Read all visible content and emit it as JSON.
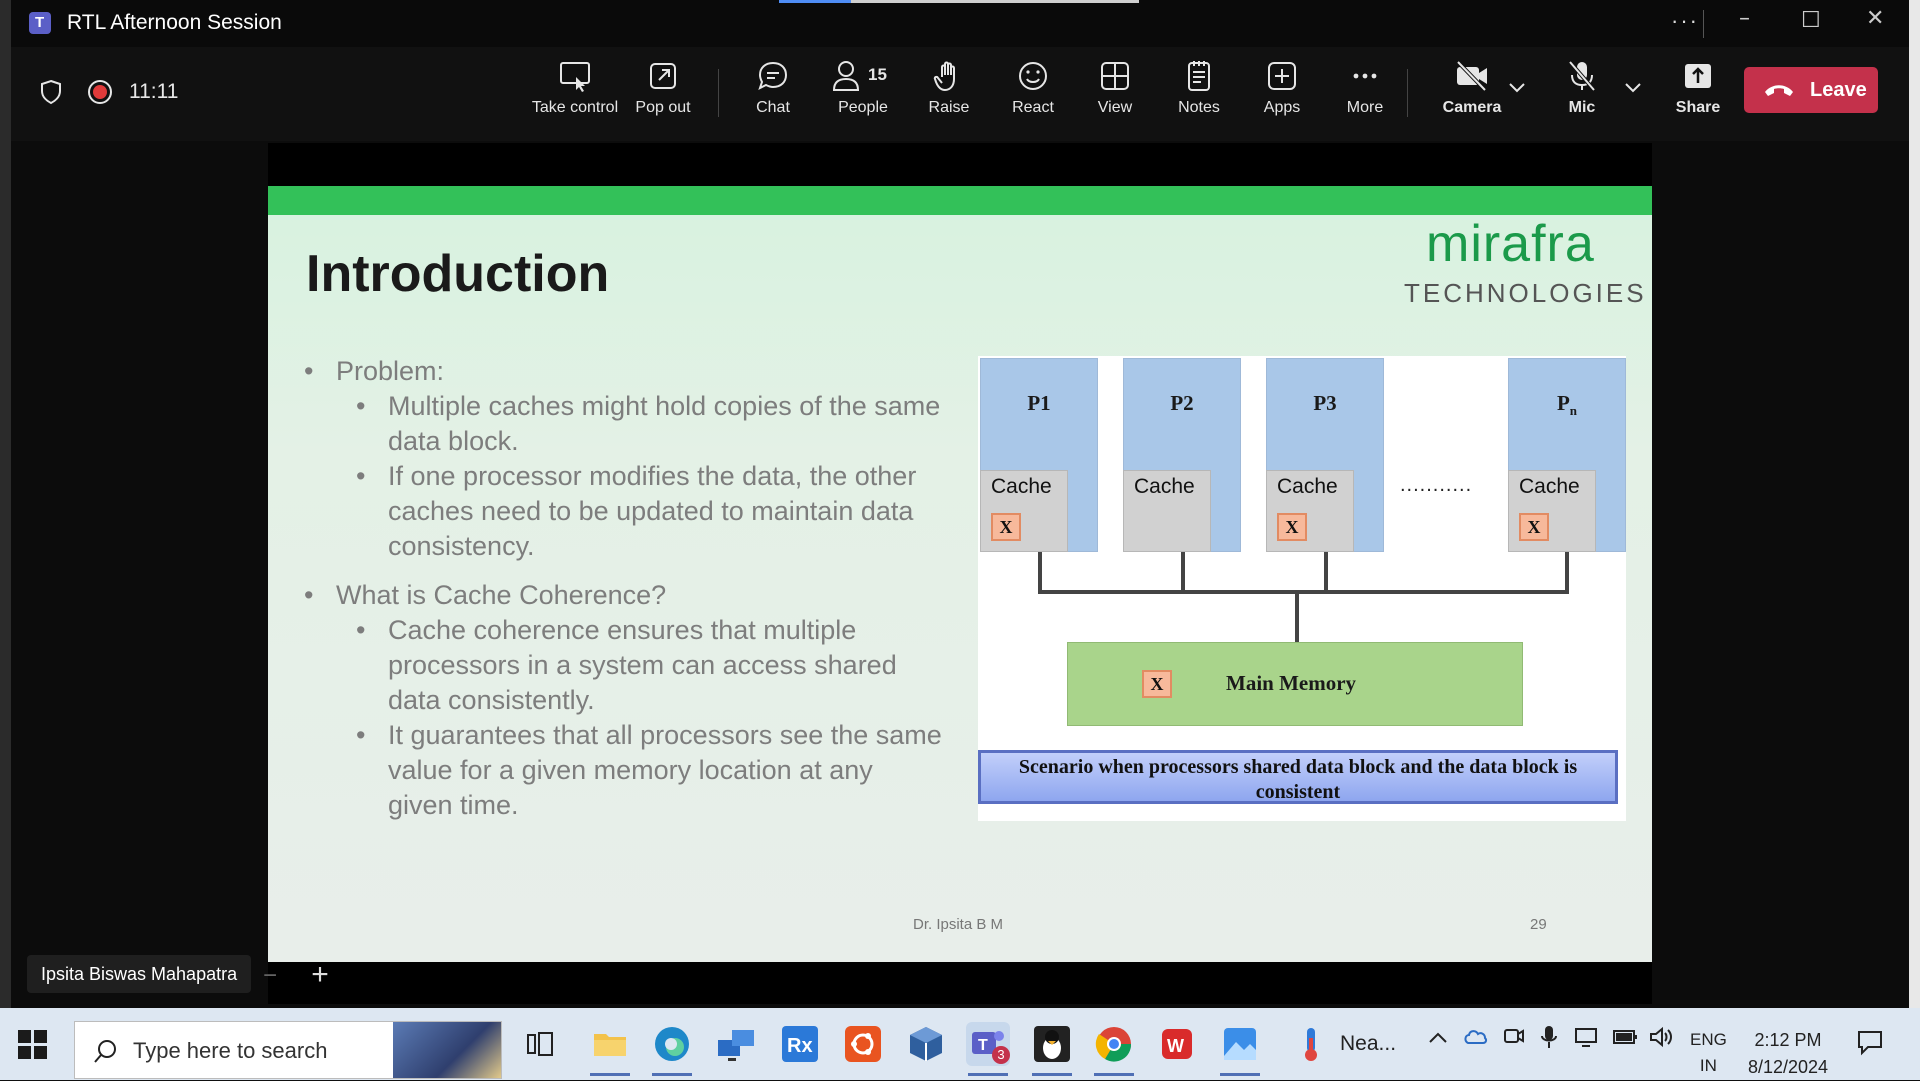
{
  "window": {
    "title": "RTL Afternoon Session"
  },
  "meeting": {
    "elapsed": "11:11"
  },
  "toolbar": {
    "take_control": "Take control",
    "pop_out": "Pop out",
    "chat": "Chat",
    "people": "People",
    "people_count": "15",
    "raise": "Raise",
    "react": "React",
    "view": "View",
    "notes": "Notes",
    "apps": "Apps",
    "more": "More",
    "camera": "Camera",
    "mic": "Mic",
    "share": "Share",
    "leave": "Leave",
    "leave_color": "#c4314b"
  },
  "slide": {
    "title": "Introduction",
    "brand_name": "mirafra",
    "brand_sub": "TECHNOLOGIES",
    "bullets": {
      "problem": "Problem:",
      "problem_1": "Multiple caches might hold copies of the same data block.",
      "problem_2": "If one processor modifies the data, the other caches need to be updated to maintain data consistency.",
      "what": "What is Cache Coherence?",
      "what_1": "Cache coherence ensures that multiple processors in a system can access shared data consistently.",
      "what_2": "It guarantees that all processors see the same value for a given memory location at any given time."
    },
    "diagram": {
      "p1": "P1",
      "p2": "P2",
      "p3": "P3",
      "pn": "P",
      "pn_sub": "n",
      "cache": "Cache",
      "x": "X",
      "ellipsis": "...........",
      "main_memory": "Main Memory",
      "caption": "Scenario when processors shared data block and the data block is consistent"
    },
    "author": "Dr. Ipsita B M",
    "page": "29"
  },
  "participant": {
    "name": "Ipsita Biswas Mahapatra"
  },
  "zoom": {
    "minus": "−",
    "plus": "+"
  },
  "taskbar": {
    "search_placeholder": "Type here to search",
    "weather": "Nea...",
    "lang_top": "ENG",
    "lang_bottom": "IN",
    "time": "2:12 PM",
    "date": "8/12/2024",
    "teams_badge": "3"
  }
}
